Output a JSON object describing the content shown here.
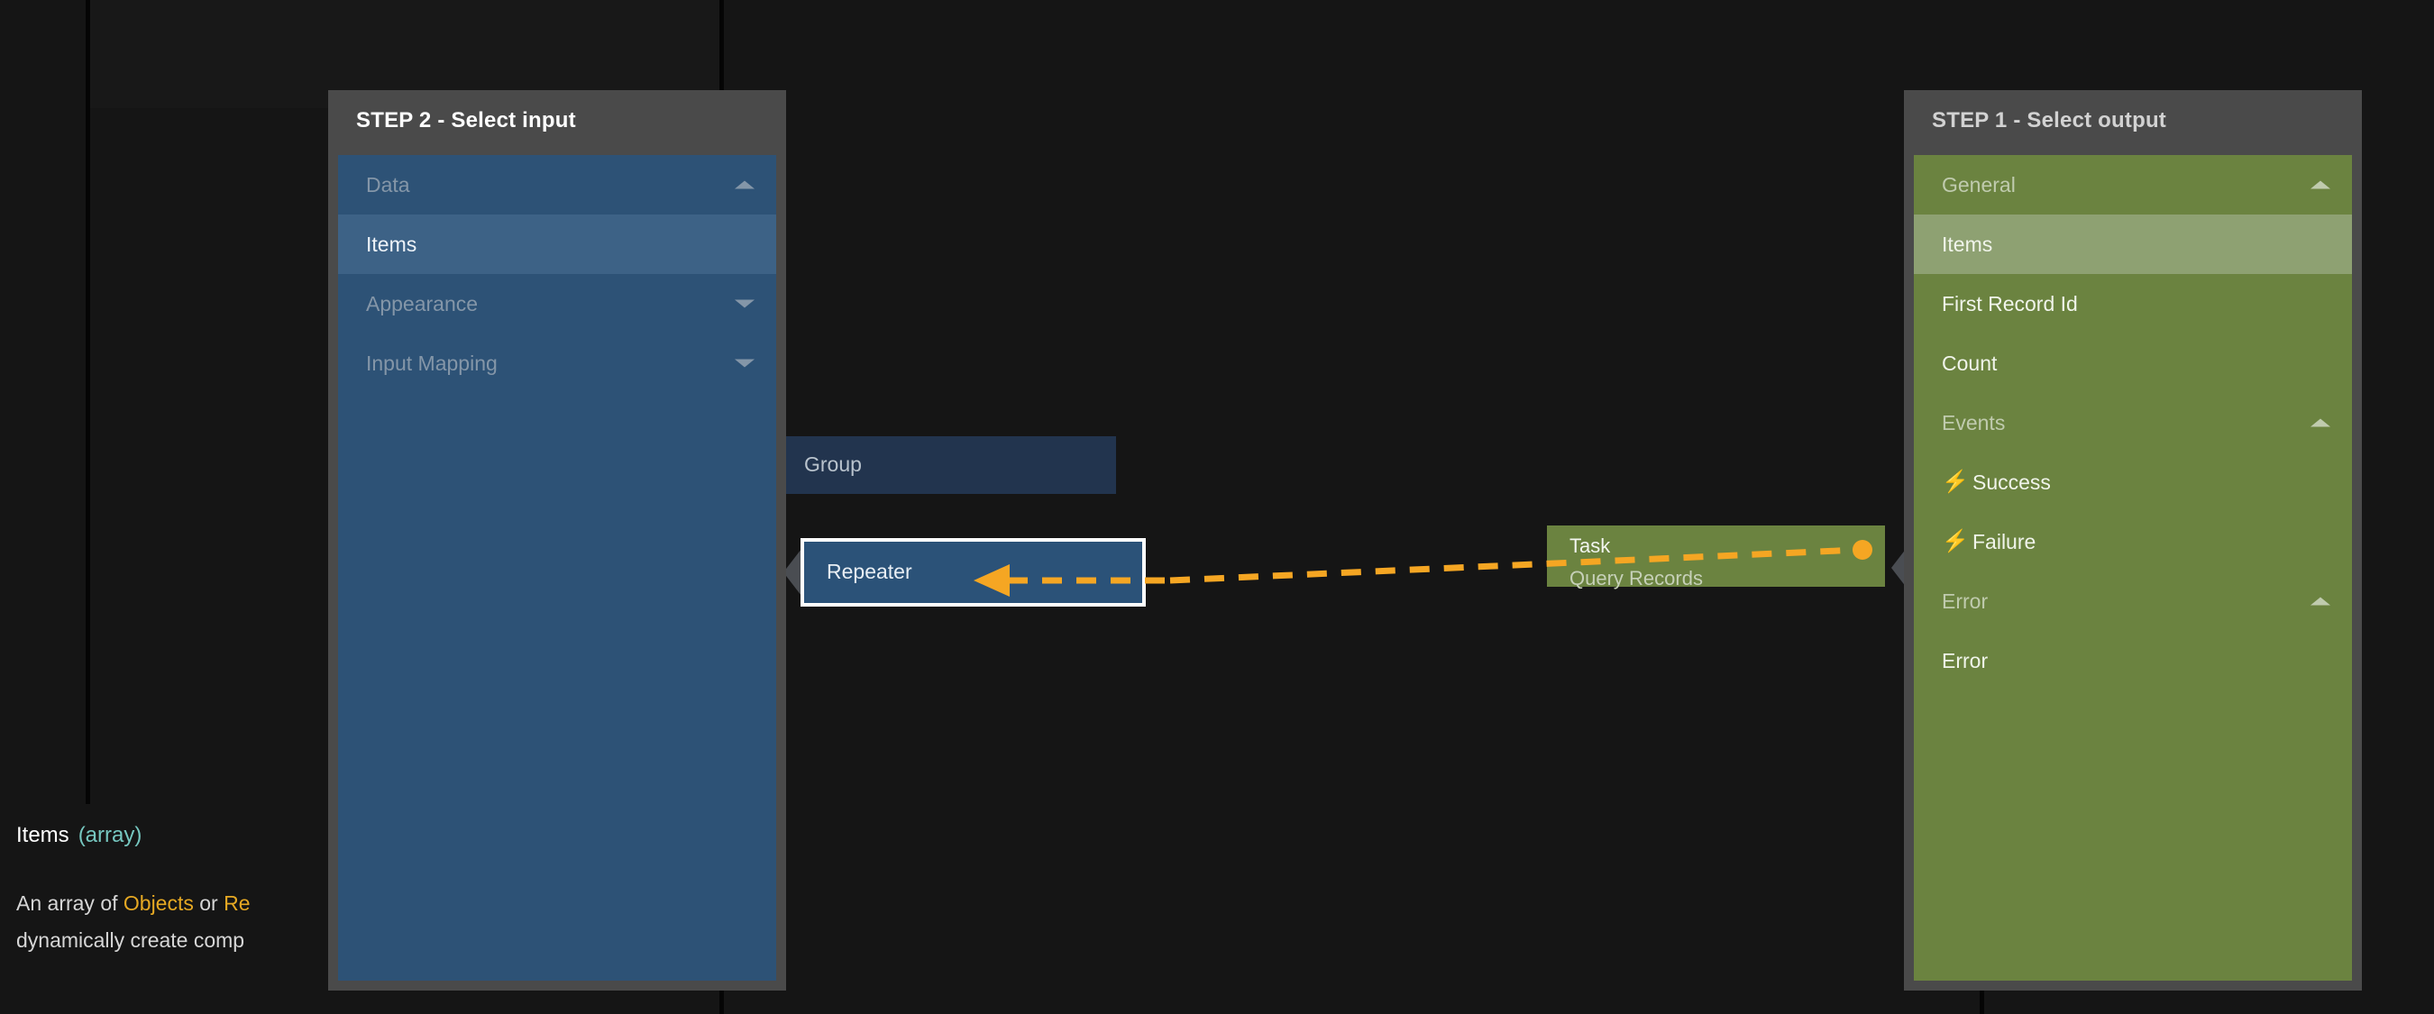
{
  "canvas": {
    "background_color": "#151515",
    "divider_color": "#050505"
  },
  "flow_nodes": [
    {
      "id": "group",
      "title": "Group",
      "subtitle": "",
      "color": "#22344e",
      "selected": false
    },
    {
      "id": "repeater",
      "title": "Repeater",
      "subtitle": "",
      "color": "#2b5278",
      "selected": true
    },
    {
      "id": "task",
      "title": "Task",
      "subtitle": "Query Records",
      "color": "#6b8340",
      "selected": false
    }
  ],
  "connector": {
    "color": "#f5a623",
    "style": "dashed",
    "direction": "right-to-left",
    "arrow_head": "left-arrow",
    "end_dot": "filled-circle"
  },
  "step2_panel": {
    "title": "STEP 2 - Select input",
    "accent_color": "#2d5276",
    "selected_color": "#3d6286",
    "tree": [
      {
        "label": "Data",
        "type": "group",
        "expanded": true,
        "caret": "up",
        "selected": false
      },
      {
        "label": "Items",
        "type": "leaf",
        "expanded": null,
        "caret": null,
        "selected": true
      },
      {
        "label": "Appearance",
        "type": "group",
        "expanded": false,
        "caret": "down",
        "selected": false
      },
      {
        "label": "Input Mapping",
        "type": "group",
        "expanded": false,
        "caret": "down",
        "selected": false
      }
    ]
  },
  "step1_panel": {
    "title": "STEP 1 - Select output",
    "accent_color": "#6b8340",
    "selected_color": "#8ea172",
    "tree": [
      {
        "label": "General",
        "type": "group",
        "expanded": true,
        "caret": "up",
        "selected": false,
        "icon": null
      },
      {
        "label": "Items",
        "type": "leaf",
        "caret": null,
        "selected": true,
        "icon": null
      },
      {
        "label": "First Record Id",
        "type": "leaf",
        "caret": null,
        "selected": false,
        "icon": null
      },
      {
        "label": "Count",
        "type": "leaf",
        "caret": null,
        "selected": false,
        "icon": null
      },
      {
        "label": "Events",
        "type": "group",
        "expanded": true,
        "caret": "up",
        "selected": false,
        "icon": null
      },
      {
        "label": "Success",
        "type": "leaf",
        "caret": null,
        "selected": false,
        "icon": "bolt-icon"
      },
      {
        "label": "Failure",
        "type": "leaf",
        "caret": null,
        "selected": false,
        "icon": "bolt-icon"
      },
      {
        "label": "Error",
        "type": "group",
        "expanded": true,
        "caret": "up",
        "selected": false,
        "icon": null
      },
      {
        "label": "Error",
        "type": "leaf",
        "caret": null,
        "selected": false,
        "icon": null
      }
    ]
  },
  "doc_panel": {
    "title": "Items",
    "type_tag": "(array)",
    "type_tag_color": "#76c7c0",
    "description_part1": "An array of ",
    "keyword1": "Objects",
    "description_part2": " or ",
    "keyword2": "Re",
    "description_line2": "dynamically create comp",
    "keyword_color": "#e5a823"
  }
}
